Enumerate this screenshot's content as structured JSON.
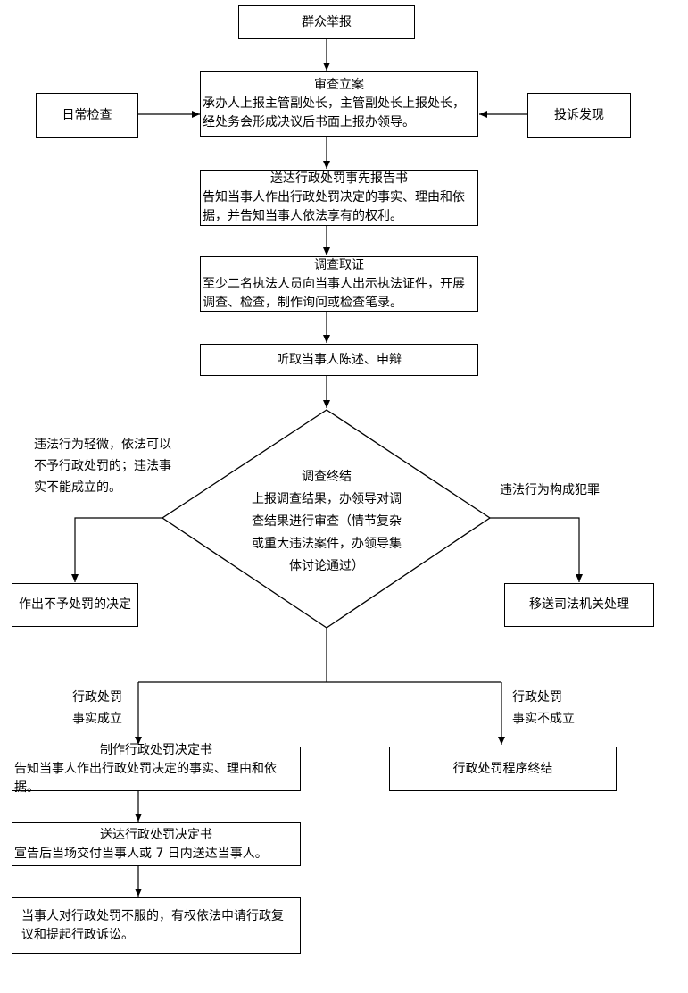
{
  "nodes": {
    "report": "群众举报",
    "filing_title": "审查立案",
    "filing_body": "承办人上报主管副处长，主管副处长上报处长，经处务会形成决议后书面上报办领导。",
    "daily_check": "日常检查",
    "complaint": "投诉发现",
    "notice_title": "送达行政处罚事先报告书",
    "notice_body": "告知当事人作出行政处罚决定的事实、理由和依据，并告知当事人依法享有的权利。",
    "investigate_title": "调查取证",
    "investigate_body": "至少二名执法人员向当事人出示执法证件，开展调查、检查，制作询问或检查笔录。",
    "hearing": "听取当事人陈述、申辩",
    "conclusion_title": "调查终结",
    "conclusion_lines": [
      "上报调查结果，办领导对调",
      "查结果进行审查（情节复杂",
      "或重大违法案件，办领导集",
      "体讨论通过）"
    ],
    "no_penalty": "作出不予处罚的决定",
    "transfer": "移送司法机关处理",
    "decision_title": "制作行政处罚决定书",
    "decision_body": "告知当事人作出行政处罚决定的事实、理由和依据。",
    "terminate": "行政处罚程序终结",
    "deliver_title": "送达行政处罚决定书",
    "deliver_body": "宣告后当场交付当事人或 7 日内送达当事人。",
    "appeal": "当事人对行政处罚不服的，有权依法申请行政复议和提起行政诉讼。"
  },
  "labels": {
    "minor_lines": [
      "违法行为轻微，依法可以",
      "不予行政处罚的；违法事",
      "实不能成立的。"
    ],
    "crime": "违法行为构成犯罪",
    "established_lines": [
      "行政处罚",
      "事实成立"
    ],
    "not_established_lines": [
      "行政处罚",
      "事实不成立"
    ]
  }
}
